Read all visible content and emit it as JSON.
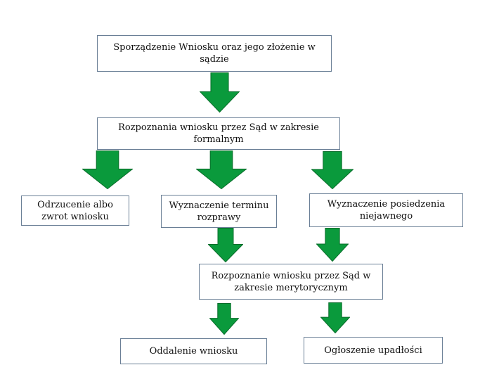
{
  "diagram": {
    "colors": {
      "arrow_fill": "#0a9a3c",
      "arrow_stroke": "#0a6d2b",
      "box_border": "#6a7f96"
    },
    "nodes": {
      "submit": "Sporządzenie Wniosku oraz jego złożenie w sądzie",
      "formal": "Rozpoznania wniosku przez Sąd w zakresie formalnym",
      "reject": "Odrzucenie albo zwrot wniosku",
      "hearing": "Wyznaczenie terminu rozprawy",
      "closed_session": "Wyznaczenie posiedzenia niejawnego",
      "merits": "Rozpoznanie wniosku przez Sąd w zakresie merytorycznym",
      "dismissal": "Oddalenie wniosku",
      "bankruptcy": "Ogłoszenie upadłości"
    }
  }
}
